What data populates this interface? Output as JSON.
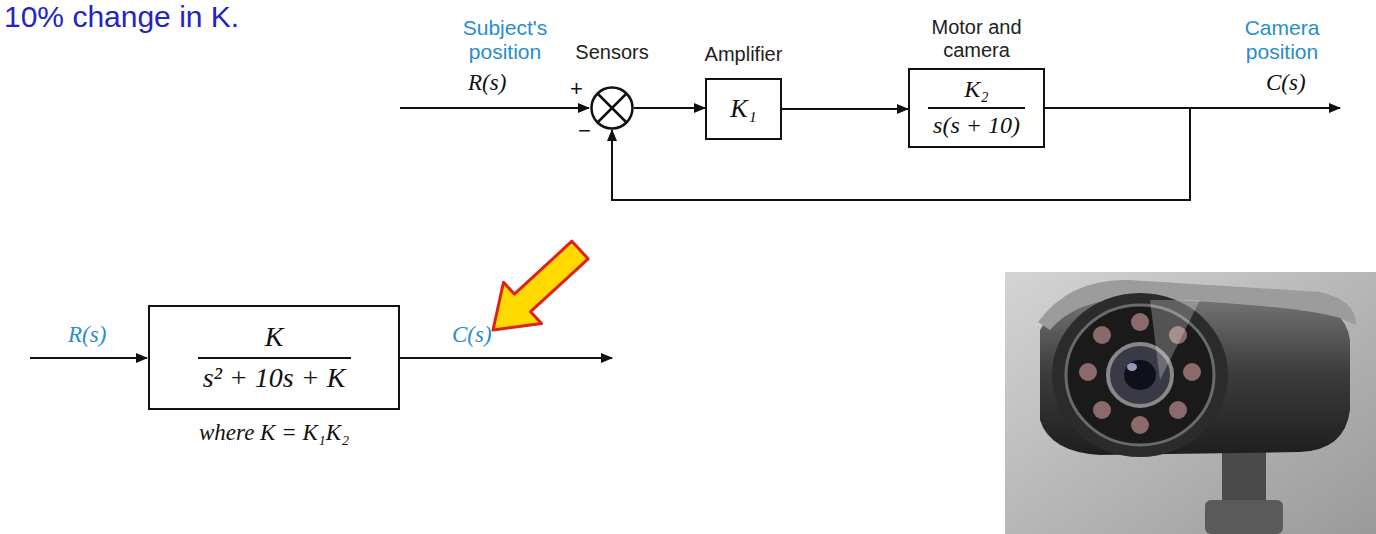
{
  "diagram": {
    "nodes": [
      {
        "text": [
          "Sensors"
        ]
      },
      {
        "text": [
          "Amplifier",
          "K₁"
        ]
      },
      {
        "text": [
          "Motor and camera",
          "K₂",
          "s(s + 10)"
        ]
      },
      {
        "text": [
          "K",
          "s² + 10s + K"
        ]
      }
    ],
    "edges": [
      {
        "from": 0,
        "to": 1,
        "arrow": "to"
      },
      {
        "from": 1,
        "to": 2,
        "arrow": "to"
      },
      {
        "from": 2,
        "to": 0,
        "arrow": "to"
      }
    ],
    "labels": [
      "10% change in K.",
      "Subject's position",
      "R(s)",
      "+",
      "−",
      "Camera position",
      "C(s)",
      "R(s)",
      "C(s)",
      "where K = K₁K₂"
    ]
  }
}
